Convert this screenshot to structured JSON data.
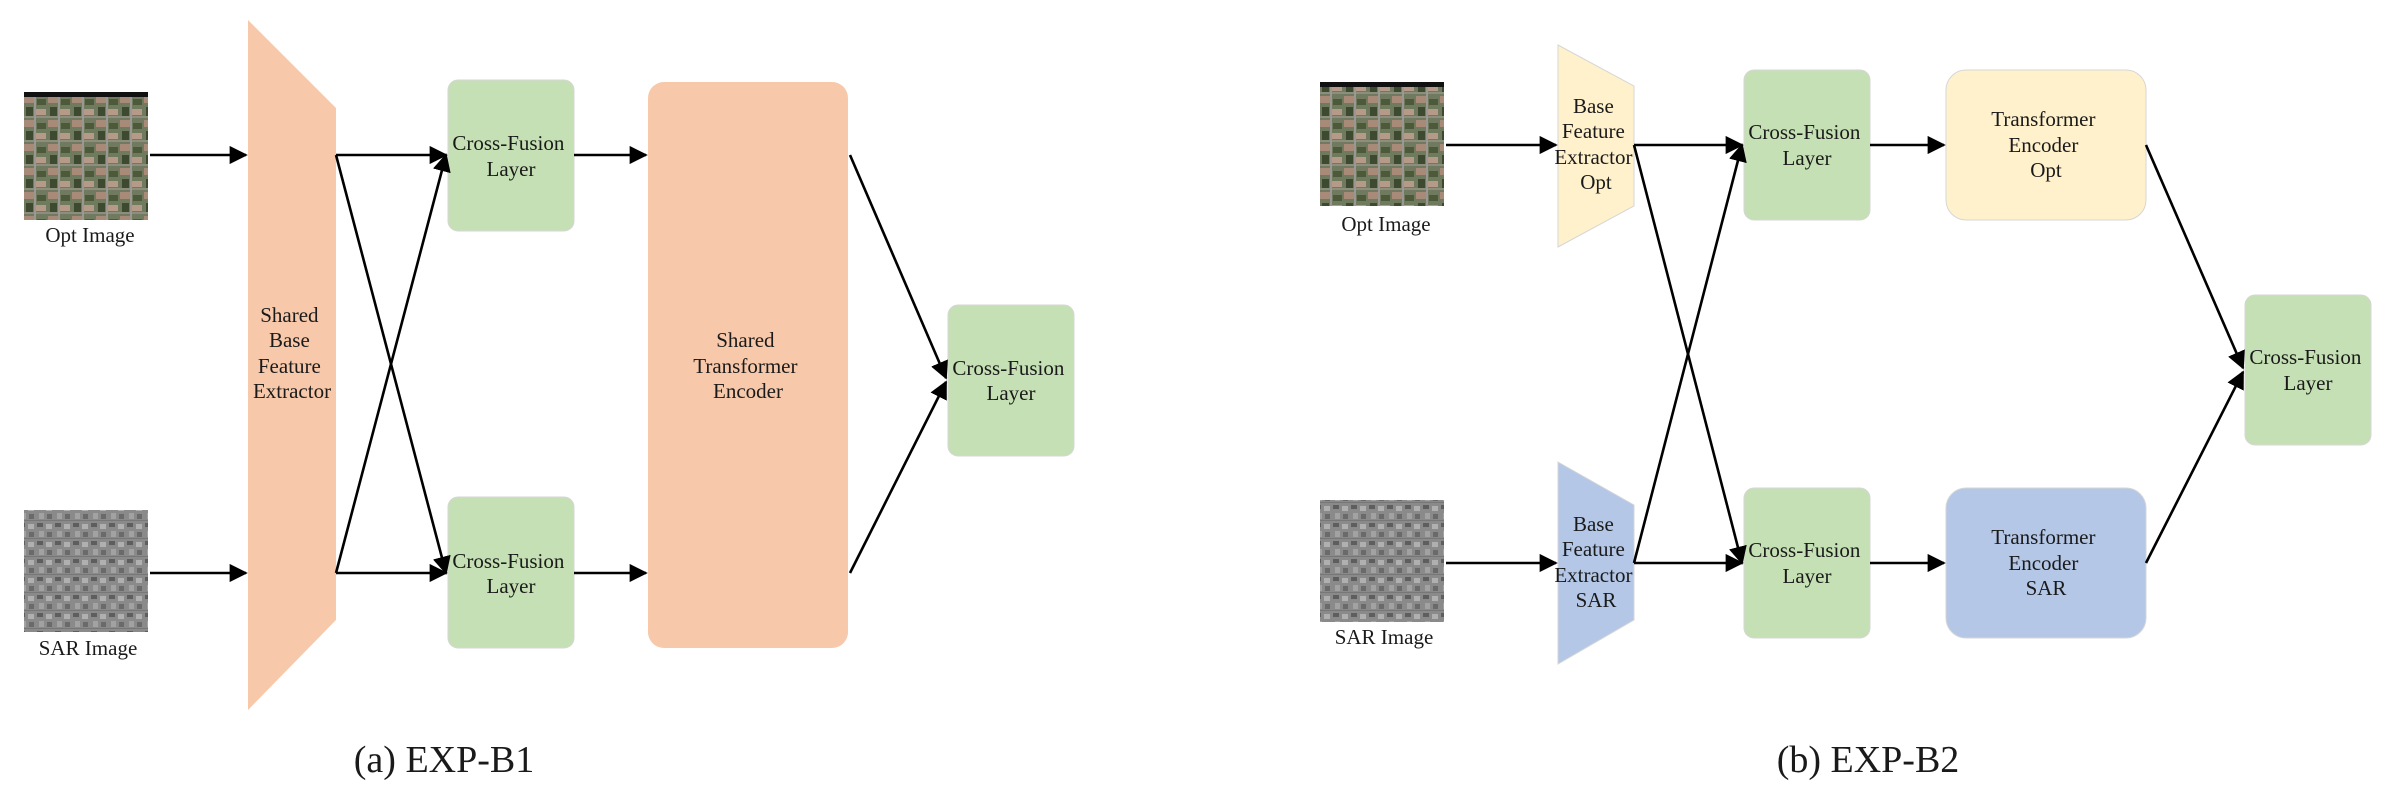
{
  "colors": {
    "shared_orange": "#f7c9aa",
    "fusion_green": "#c5e0b4",
    "opt_yellow": "#fff1cc",
    "sar_blue": "#b4c7e7",
    "arrow": "#000000"
  },
  "panel_a": {
    "caption": "(a) EXP-B1",
    "opt_image_label": "Opt Image",
    "sar_image_label": "SAR Image",
    "extractor_lines": [
      "Shared",
      "Base",
      "Feature",
      "Extractor"
    ],
    "fusion_top_lines": [
      "Cross-Fusion",
      "Layer"
    ],
    "fusion_bottom_lines": [
      "Cross-Fusion",
      "Layer"
    ],
    "encoder_lines": [
      "Shared",
      "Transformer",
      "Encoder"
    ],
    "fusion_final_lines": [
      "Cross-Fusion",
      "Layer"
    ]
  },
  "panel_b": {
    "caption": "(b) EXP-B2",
    "opt_image_label": "Opt Image",
    "sar_image_label": "SAR Image",
    "extractor_opt_lines": [
      "Base",
      "Feature",
      "Extractor",
      "Opt"
    ],
    "extractor_sar_lines": [
      "Base",
      "Feature",
      "Extractor",
      "SAR"
    ],
    "fusion_top_lines": [
      "Cross-Fusion",
      "Layer"
    ],
    "fusion_bottom_lines": [
      "Cross-Fusion",
      "Layer"
    ],
    "encoder_opt_lines": [
      "Transformer",
      "Encoder",
      "Opt"
    ],
    "encoder_sar_lines": [
      "Transformer",
      "Encoder",
      "SAR"
    ],
    "fusion_final_lines": [
      "Cross-Fusion",
      "Layer"
    ]
  }
}
